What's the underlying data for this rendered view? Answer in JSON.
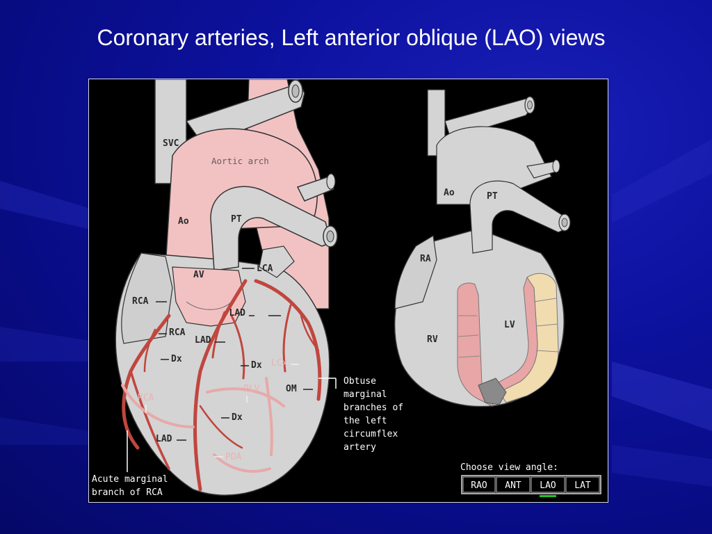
{
  "slide": {
    "title": "Coronary arteries, Left anterior oblique (LAO) views"
  },
  "left_heart": {
    "svc": "SVC",
    "aortic_arch": "Aortic arch",
    "ao": "Ao",
    "pt": "PT",
    "av": "AV",
    "lca": "LCA",
    "rca_top": "RCA",
    "rca_mid": "RCA",
    "rca_low": "RCA",
    "lad_top": "LAD",
    "lad_mid": "LAD",
    "lad_low": "LAD",
    "dx_1": "Dx",
    "dx_2": "Dx",
    "dx_3": "Dx",
    "lcx": "LCx",
    "plv": "PLV",
    "om": "OM",
    "pda": "PDA"
  },
  "right_heart": {
    "ao": "Ao",
    "pt": "PT",
    "ra": "RA",
    "rv": "RV",
    "lv": "LV"
  },
  "callouts": {
    "obtuse_lines": [
      "Obtuse",
      "marginal",
      "branches of",
      "the left",
      "circumflex",
      "artery"
    ],
    "acute_lines": [
      "Acute marginal",
      "branch of RCA"
    ]
  },
  "view_selector": {
    "prompt": "Choose view angle:",
    "buttons": [
      "RAO",
      "ANT",
      "LAO",
      "LAT"
    ],
    "selected": "LAO",
    "selected_indicator_color": "#22c322"
  },
  "colors": {
    "heart_gray": "#d4d4d4",
    "aorta_pink": "#f2c2c2",
    "artery_red": "#c0463e"
  }
}
